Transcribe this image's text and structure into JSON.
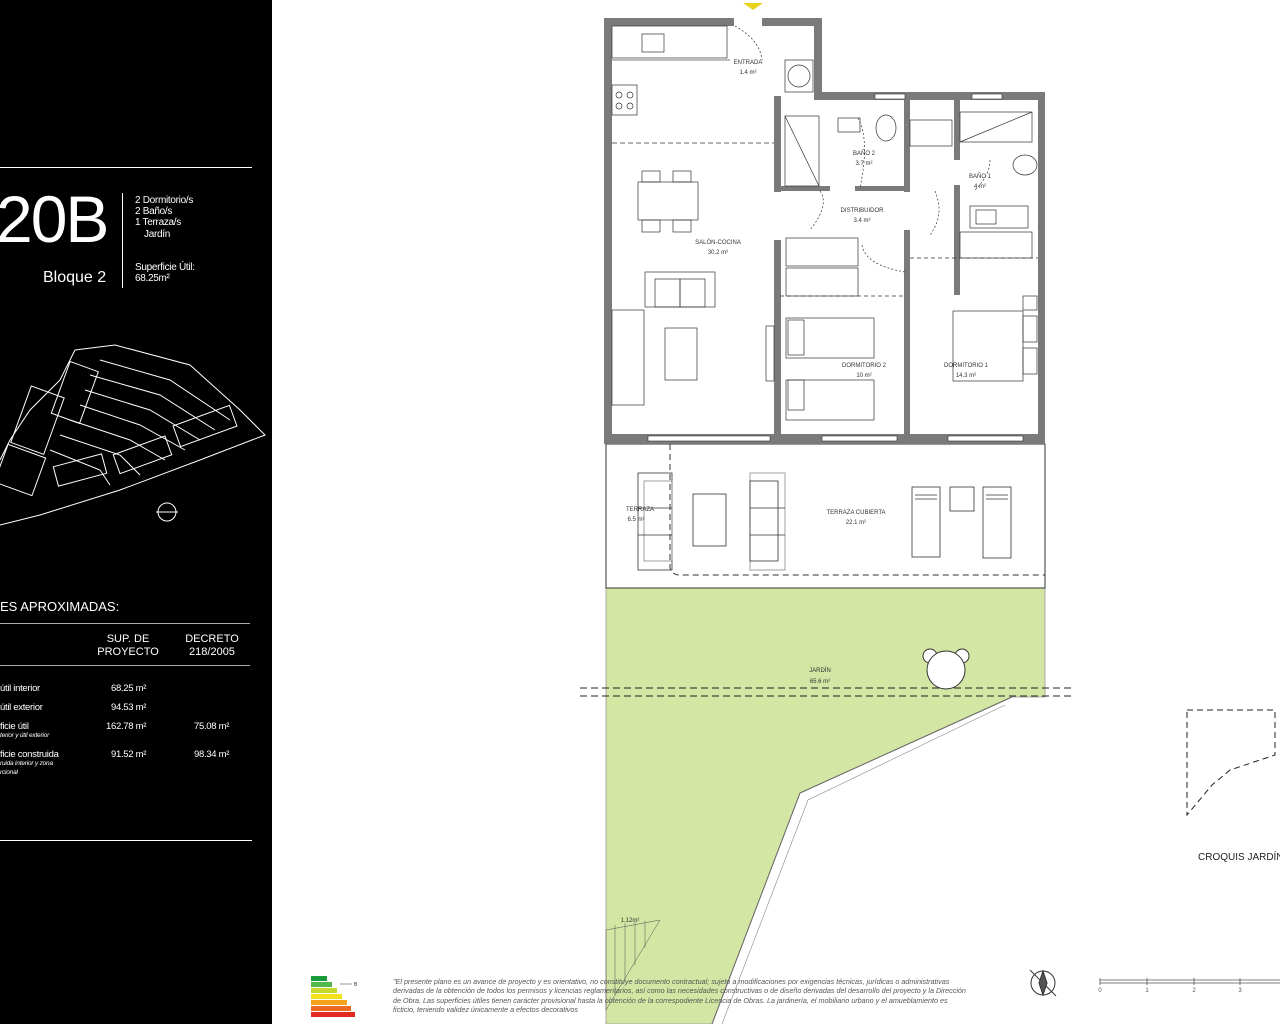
{
  "unit": {
    "code": "20B",
    "block": "Bloque 2",
    "features": [
      "2 Dormitorio/s",
      "2 Baño/s",
      "1 Terraza/s",
      "Jardín"
    ],
    "surface_label": "Superficie Útil:",
    "surface_value": "68.25m²"
  },
  "table": {
    "title": "ES APROXIMADAS:",
    "headers": [
      [
        "SUP. DE",
        "PROYECTO"
      ],
      [
        "DECRETO",
        "218/2005"
      ]
    ],
    "rows": [
      {
        "label": "útil interior",
        "note": "",
        "proyecto": "68.25 m²",
        "decreto": ""
      },
      {
        "label": "útil exterior",
        "note": "",
        "proyecto": "94.53 m²",
        "decreto": ""
      },
      {
        "label": "ficie útil",
        "note": "terior y útil exterior",
        "proyecto": "162.78 m²",
        "decreto": "75.08 m²"
      },
      {
        "label": "ficie construida",
        "note": "ruida interior y zona",
        "note2": "rcional",
        "proyecto": "91.52 m²",
        "decreto": "98.34 m²"
      }
    ]
  },
  "rooms": [
    {
      "name": "ENTRADA",
      "area": "1.4 m²"
    },
    {
      "name": "BAÑO 2",
      "area": "3.7 m²"
    },
    {
      "name": "BAÑO 1",
      "area": "4 m²"
    },
    {
      "name": "DISTRIBUIDOR",
      "area": "3.4 m²"
    },
    {
      "name": "SALÓN-COCINA",
      "area": "30.2 m²"
    },
    {
      "name": "DORMITORIO 2",
      "area": "10 m²"
    },
    {
      "name": "DORMITORIO 1",
      "area": "14.3 m²"
    },
    {
      "name": "TERRAZA",
      "area": "6.5 m²"
    },
    {
      "name": "TERRAZA CUBIERTA",
      "area": "22.1 m²"
    },
    {
      "name": "JARDÍN",
      "area": "65.6 m²"
    },
    {
      "name": "",
      "area": "1.12m²"
    }
  ],
  "croquis_label": "CROQUIS JARDÍN",
  "scale_ticks": [
    "0",
    "1",
    "2",
    "3"
  ],
  "energy_rating": "B",
  "disclaimer": "\"El presente plano es un avance de proyecto y es orientativo, no constituye documento contractual; sujeto a modificaciones por exigencias técnicas, jurídicas o administrativas derivadas de la obtención de todos los permisos y licencias  reglamentarios, así como las necesidades constructivas o de diseño derivadas del desarrollo del proyecto y la Dirección de Obra. Las superficies útiles tienen carácter provisional hasta la obtención de la correspodiente Licencia de Obras. La jardinería, el mobiliario urbano y el amueblamiento es ficticio, teniendo validez únicamente a efectos decorativos",
  "colors": {
    "panel": "#000000",
    "garden": "#d3e6a3",
    "wall": "#7a7a7a"
  }
}
